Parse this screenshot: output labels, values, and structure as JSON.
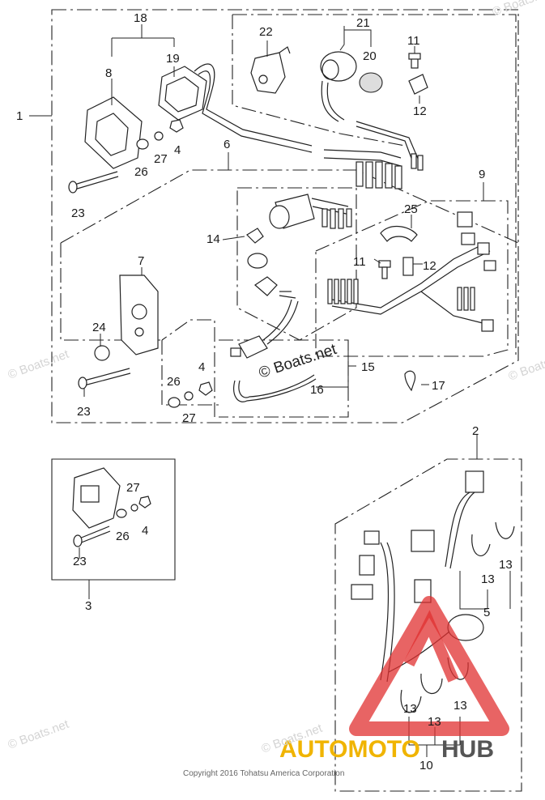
{
  "diagram": {
    "callouts": {
      "c1": "1",
      "c2": "2",
      "c3": "3",
      "c4a": "4",
      "c4b": "4",
      "c4c": "4",
      "c5": "5",
      "c6": "6",
      "c7": "7",
      "c8": "8",
      "c9": "9",
      "c10": "10",
      "c11a": "11",
      "c11b": "11",
      "c12a": "12",
      "c12b": "12",
      "c13a": "13",
      "c13b": "13",
      "c13c": "13",
      "c13d": "13",
      "c13e": "13",
      "c14": "14",
      "c15": "15",
      "c16": "16",
      "c17": "17",
      "c18": "18",
      "c19": "19",
      "c20": "20",
      "c21": "21",
      "c22": "22",
      "c23a": "23",
      "c23b": "23",
      "c23c": "23",
      "c24": "24",
      "c25": "25",
      "c26a": "26",
      "c26b": "26",
      "c26c": "26",
      "c27a": "27",
      "c27b": "27",
      "c27c": "27"
    },
    "watermarks": {
      "main": "© Boats.net",
      "faint1": "© Boats.net",
      "faint2": "© Boats.net",
      "faint3": "© Boats.net",
      "faint4": "© Boats.net",
      "faint5": "© Boats.net"
    },
    "copyright": "Copyright 2016 Tohatsu America Corporation",
    "logo": {
      "part1": "AUTOMOTO",
      "part2": "HUB"
    },
    "colors": {
      "line": "#222222",
      "logo_red": "#e03030",
      "logo_yellow": "#f0b400",
      "logo_gray": "#555555"
    }
  }
}
